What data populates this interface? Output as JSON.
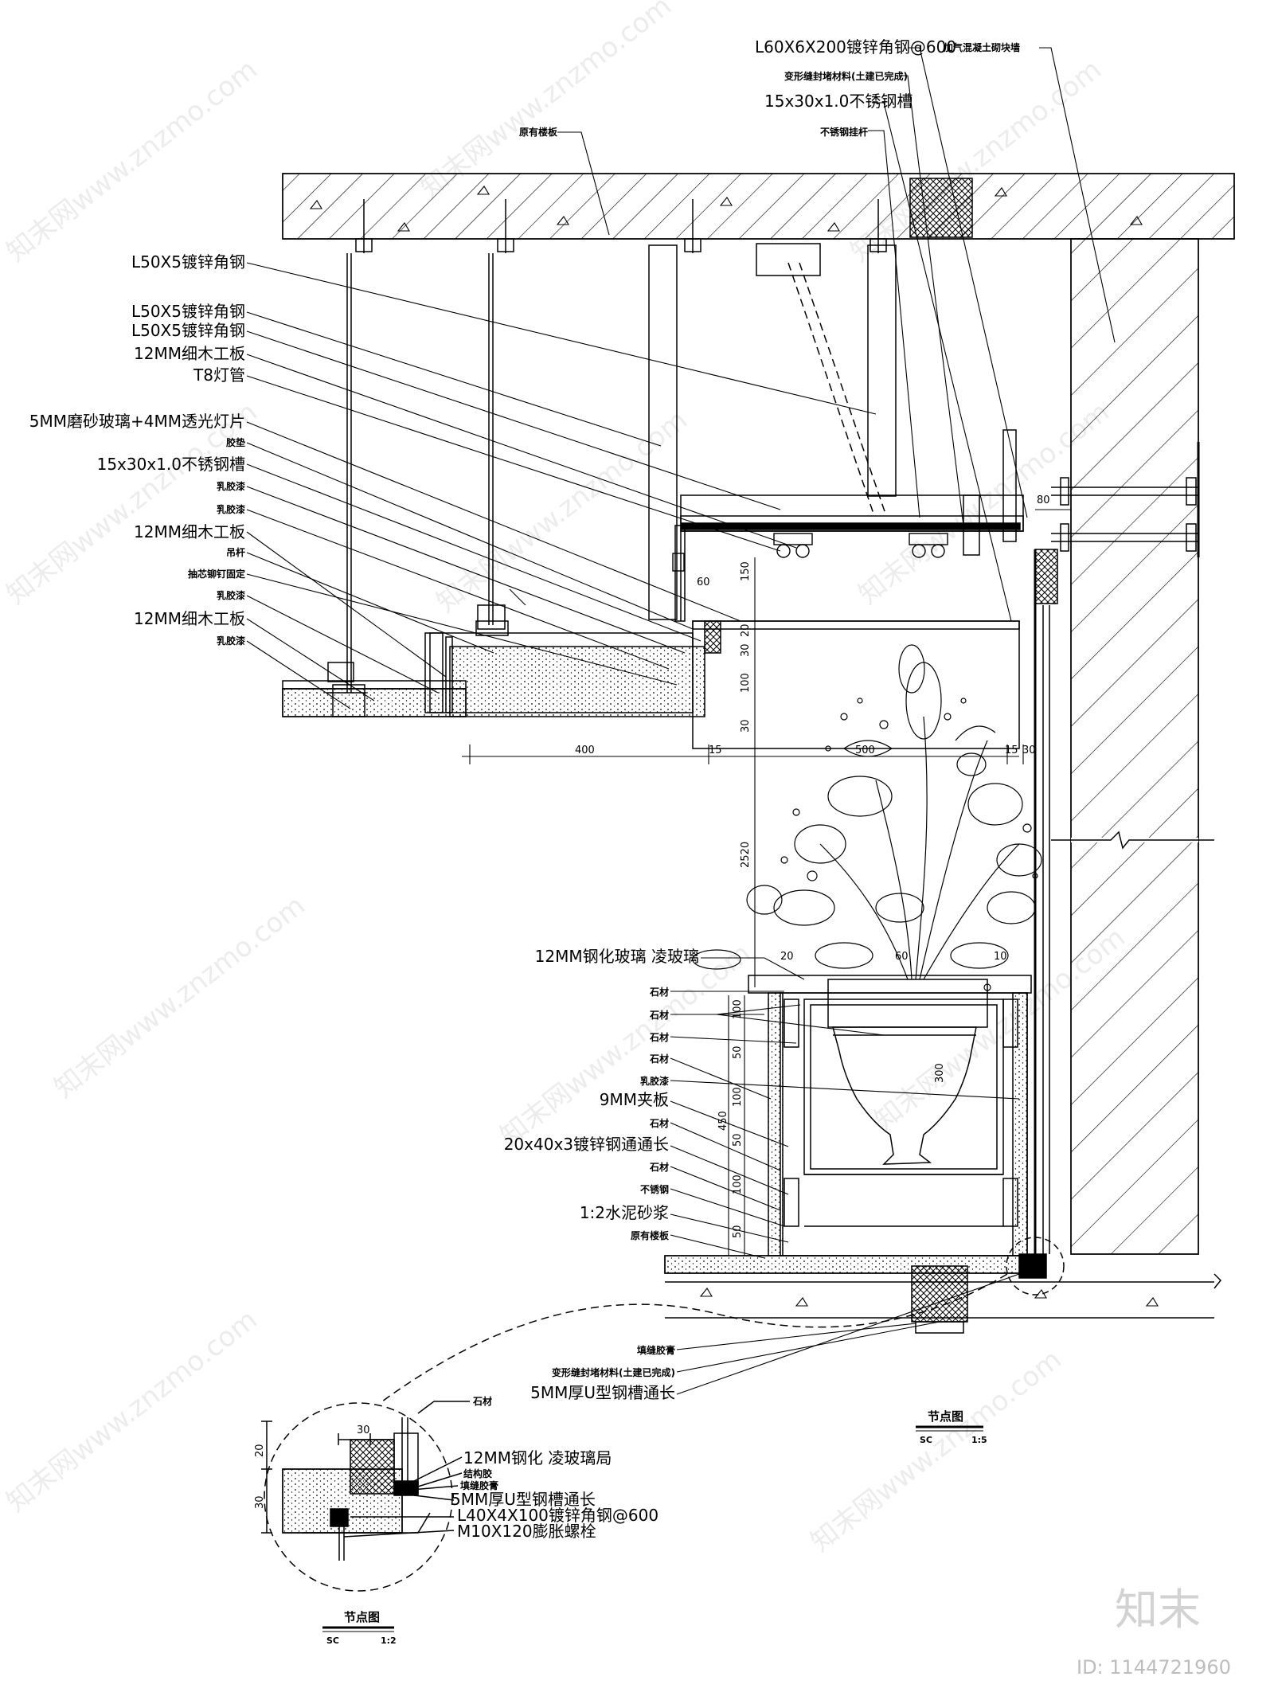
{
  "labels_left": [
    "L50X5镀锌角钢",
    "L50X5镀锌角钢",
    "L50X5镀锌角钢",
    "12MM细木工板",
    "T8灯管",
    "5MM磨砂玻璃+4MM透光灯片",
    "胶垫",
    "15x30x1.0不锈钢槽",
    "乳胶漆",
    "乳胶漆",
    "12MM细木工板",
    "吊杆",
    "抽芯铆钉固定",
    "乳胶漆",
    "12MM细木工板",
    "乳胶漆"
  ],
  "labels_top": [
    "L60X6X200镀锌角钢@600",
    "变形缝封堵材料(土建已完成)",
    "15x30x1.0不锈钢槽",
    "不锈钢挂杆",
    "加气混凝土砌块墙",
    "原有楼板"
  ],
  "labels_planter": [
    "12MM钢化玻璃 凌玻璃",
    "石材",
    "石材",
    "石材",
    "石材",
    "乳胶漆",
    "9MM夹板",
    "石材",
    "20x40x3镀锌钢通通长",
    "石材",
    "不锈钢",
    "1:2水泥砂浆",
    "原有楼板"
  ],
  "labels_bottom": [
    "填缝胶膏",
    "变形缝封堵材料(土建已完成)",
    "5MM厚U型钢槽通长"
  ],
  "labels_detail": [
    "石材",
    "12MM钢化  凌玻璃局",
    "结构胶",
    "填缝胶膏",
    "5MM厚U型钢槽通长",
    "L40X4X100镀锌角钢@600",
    "M10X120膨胀螺栓"
  ],
  "dimensions": {
    "d150": "150",
    "d60": "60",
    "d20": "20",
    "d30a": "30",
    "d100": "100",
    "d30b": "30",
    "d400": "400",
    "d15a": "15",
    "d500": "500",
    "d15b": "15",
    "d30c": "30",
    "d80": "80",
    "d2520": "2520",
    "d20b": "20",
    "d60b": "60",
    "d10": "10",
    "d300": "300",
    "d100b": "100",
    "d50a": "50",
    "d100c": "100",
    "d50b": "50",
    "d100d": "100",
    "d50c": "50",
    "d450": "450",
    "det20": "20",
    "det30": "30",
    "det30b": "30"
  },
  "captions": {
    "main_title": "节点图",
    "main_sc": "SC",
    "main_scale": "1:5",
    "detail_title": "节点图",
    "detail_sc": "SC",
    "detail_scale": "1:2"
  },
  "branding": {
    "logo_text": "知末",
    "id_text": "ID: 1144721960",
    "watermark": "知末网www.znzmo.com"
  }
}
